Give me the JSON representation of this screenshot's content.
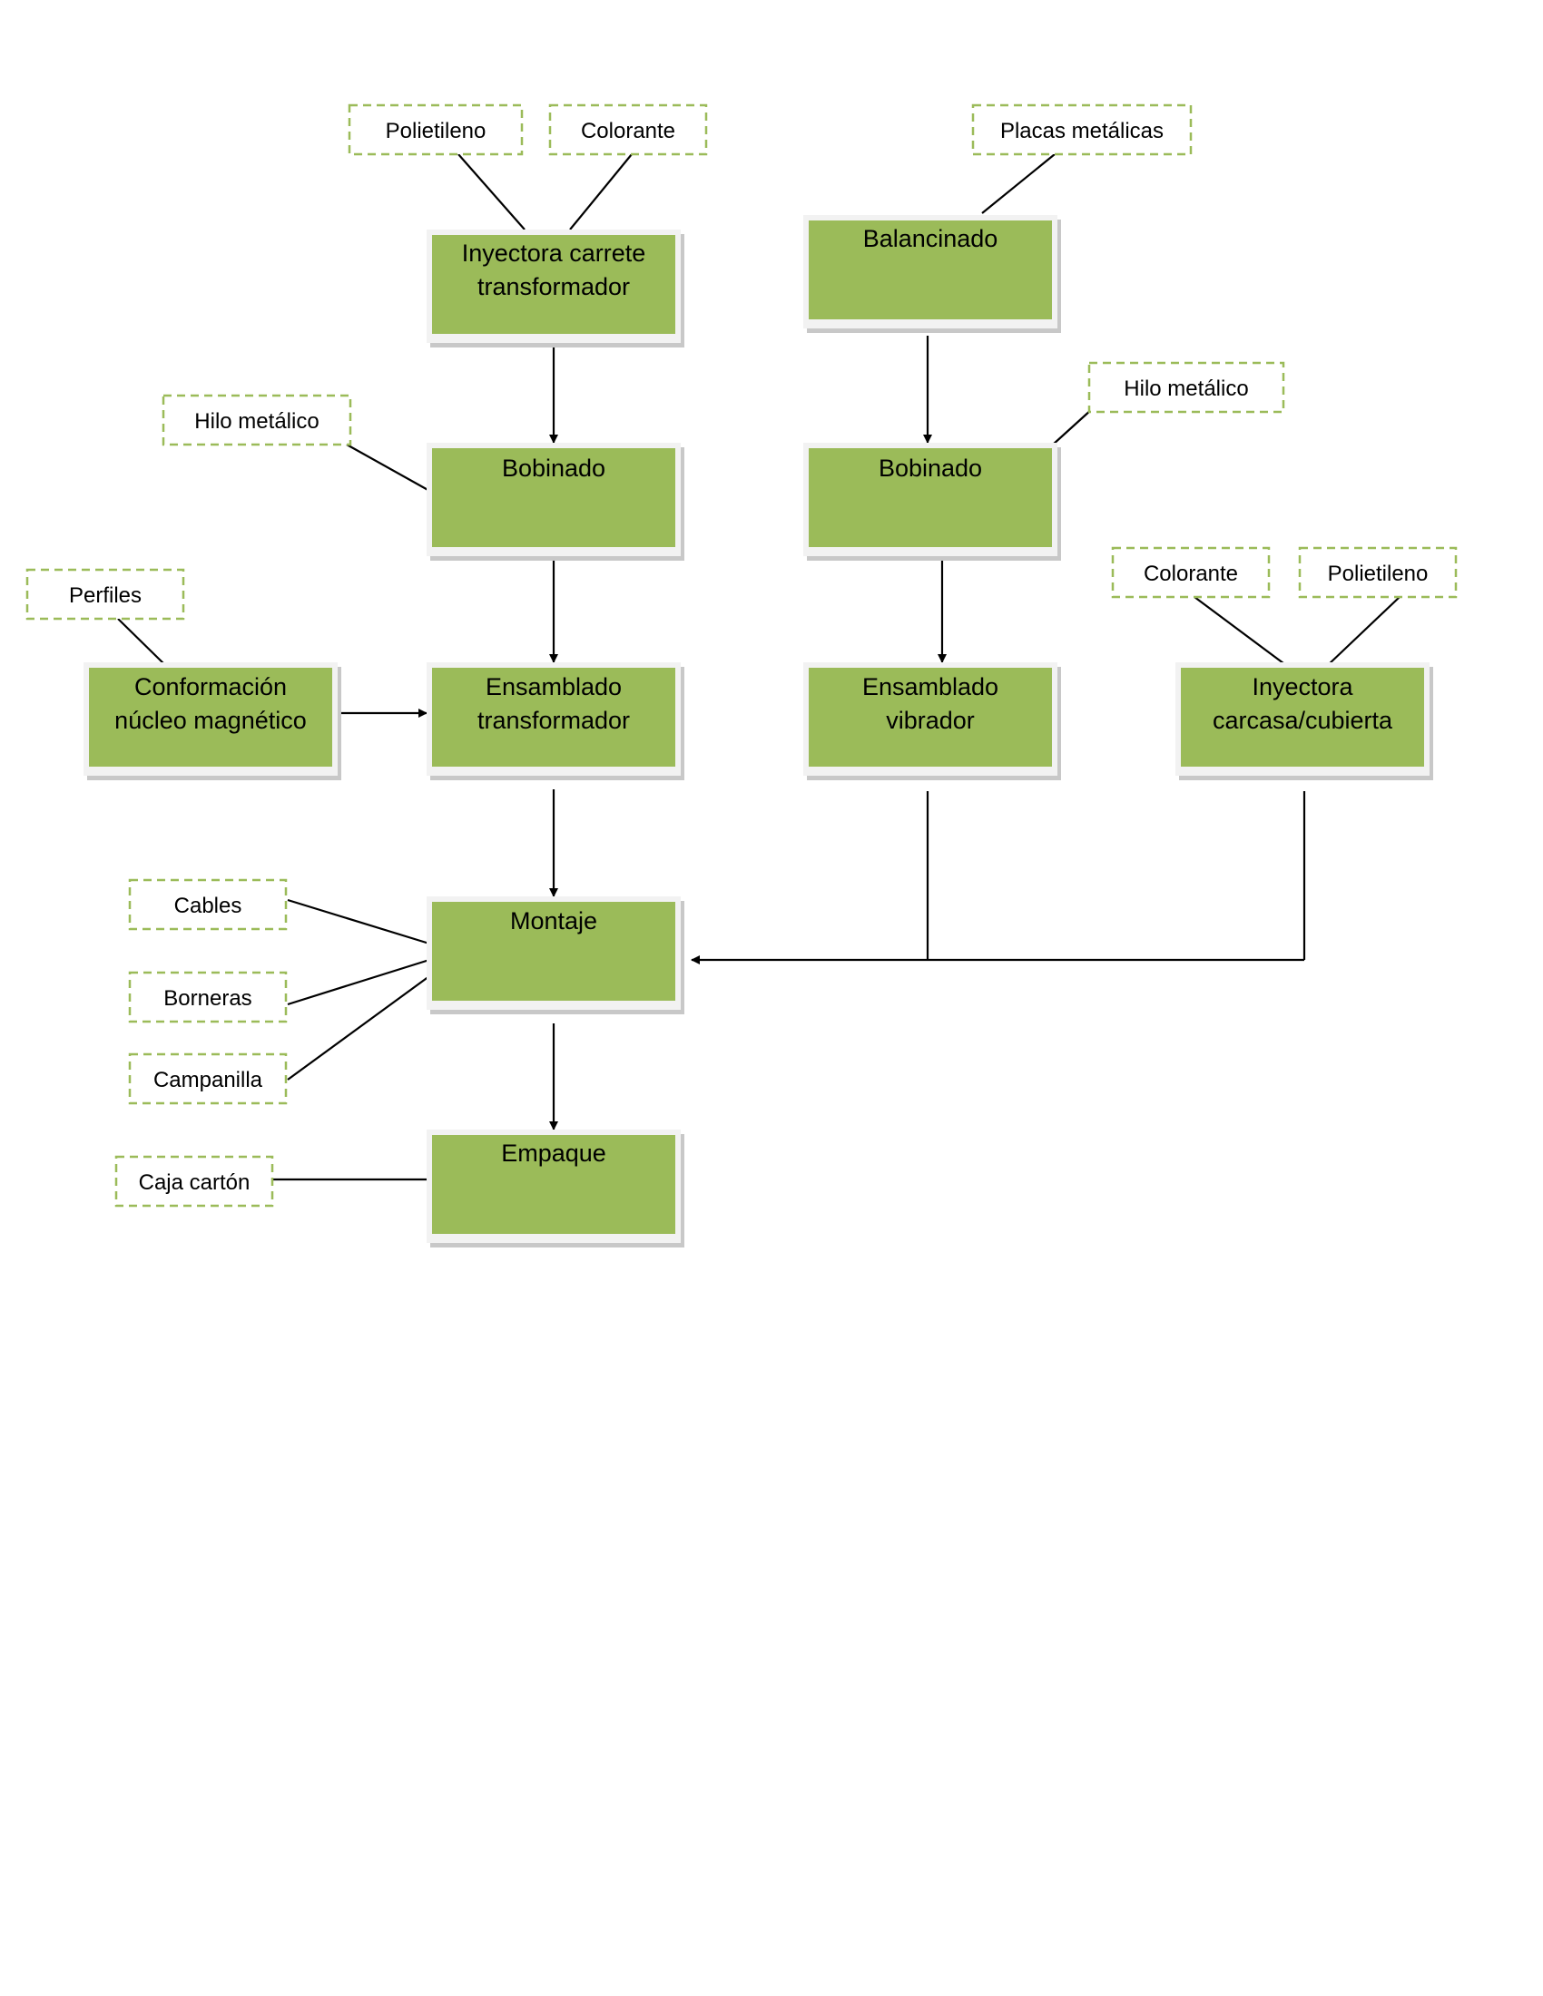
{
  "colors": {
    "process_fill": "#9bbb59",
    "process_frame": "#f2f2f2",
    "process_shadow": "#c8c8c8",
    "material_border": "#9bbb59",
    "line": "#000000"
  },
  "processes": {
    "inyectora_carrete": "Inyectora carrete transformador",
    "bobinado_left": "Bobinado",
    "conformacion_nucleo": "Conformación núcleo magnético",
    "ensamblado_transformador": "Ensamblado transformador",
    "montaje": "Montaje",
    "empaque": "Empaque",
    "balancinado": "Balancinado",
    "bobinado_right": "Bobinado",
    "ensamblado_vibrador": "Ensamblado vibrador",
    "inyectora_carcasa": "Inyectora carcasa/cubierta"
  },
  "materials": {
    "polietileno_top": "Polietileno",
    "colorante_top": "Colorante",
    "placas_metalicas": "Placas metálicas",
    "hilo_metalico_left": "Hilo metálico",
    "hilo_metalico_right": "Hilo metálico",
    "perfiles": "Perfiles",
    "colorante_right": "Colorante",
    "polietileno_right": "Polietileno",
    "cables": "Cables",
    "borneras": "Borneras",
    "campanilla": "Campanilla",
    "caja_carton": "Caja cartón"
  }
}
